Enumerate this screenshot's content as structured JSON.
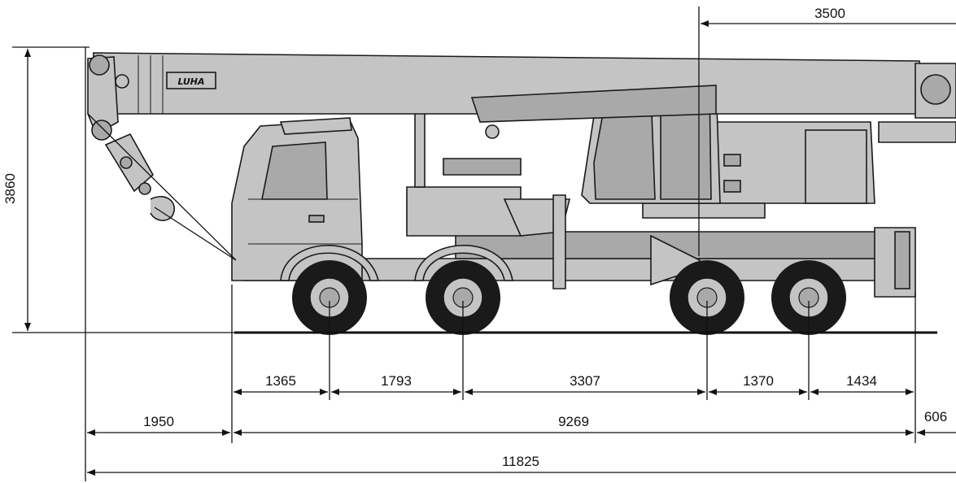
{
  "logo_text": "LUHA",
  "dimensions": {
    "height_total": "3860",
    "turntable_offset": "3500",
    "front_overhang": "1950",
    "wheelbase_total": "9269",
    "rear_overhang": "606",
    "overall_length": "11825",
    "axle_1_2": "1365",
    "axle_2_3": "1793",
    "axle_3_4": "3307",
    "axle_4_5": "1370",
    "axle_5_rear": "1434"
  }
}
